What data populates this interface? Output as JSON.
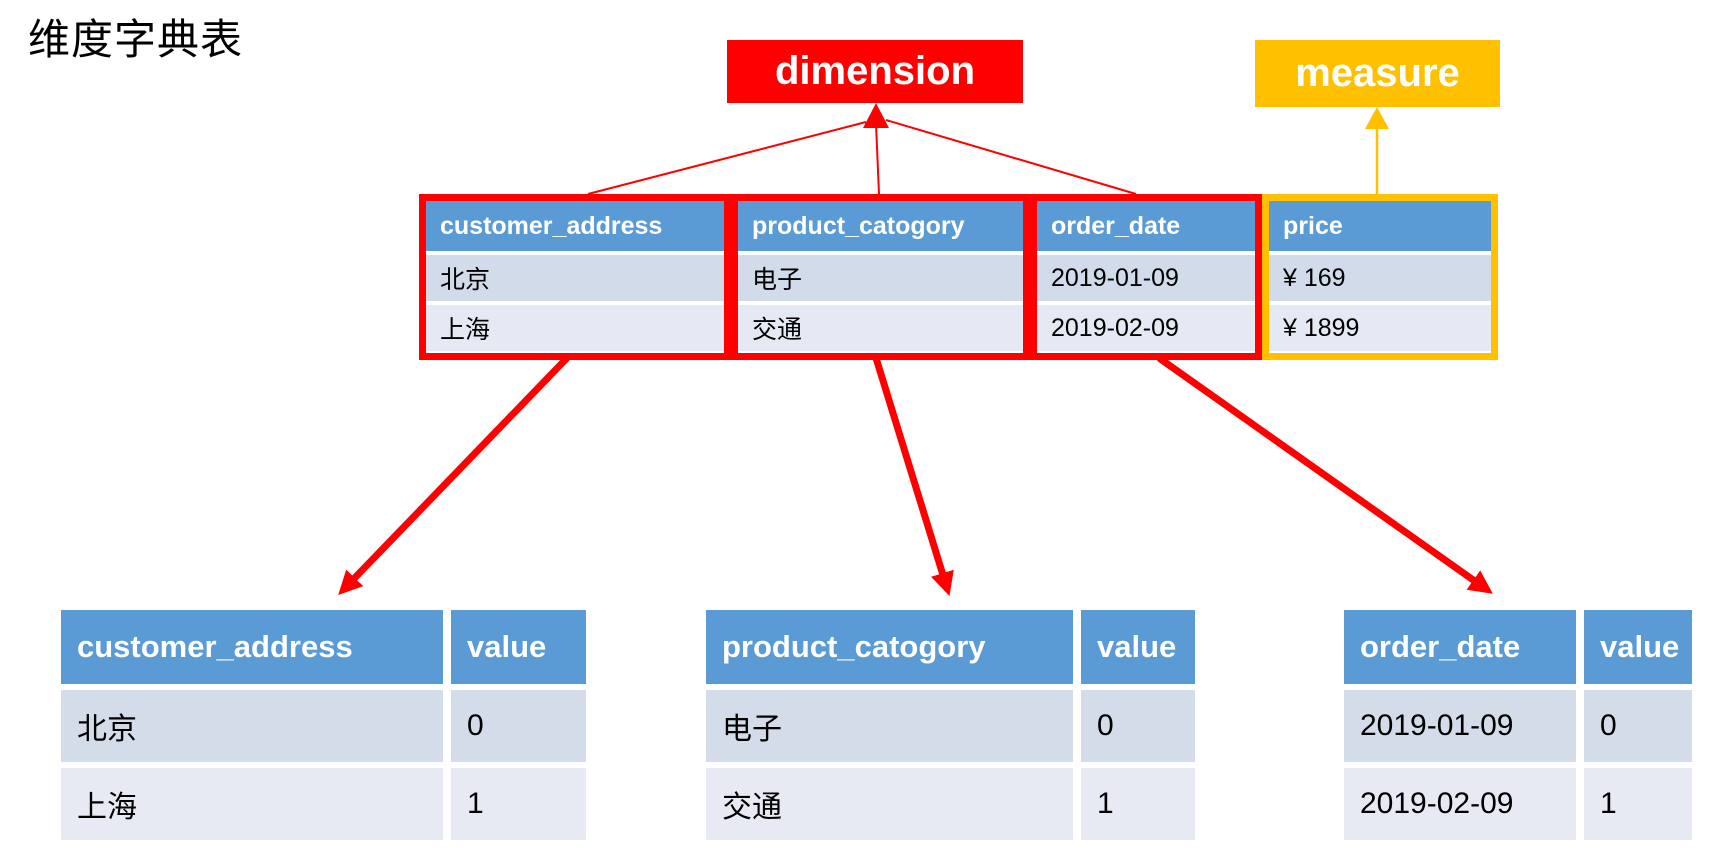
{
  "title": "维度字典表",
  "labels": {
    "dimension": "dimension",
    "measure": "measure"
  },
  "main_table": {
    "columns": [
      {
        "header": "customer_address",
        "type": "dimension",
        "values": [
          "北京",
          "上海"
        ]
      },
      {
        "header": "product_catogory",
        "type": "dimension",
        "values": [
          "电子",
          "交通"
        ]
      },
      {
        "header": "order_date",
        "type": "dimension",
        "values": [
          "2019-01-09",
          "2019-02-09"
        ]
      },
      {
        "header": "price",
        "type": "measure",
        "values": [
          "¥ 169",
          "¥ 1899"
        ]
      }
    ]
  },
  "dict_tables": [
    {
      "headers": [
        "customer_address",
        "value"
      ],
      "rows": [
        [
          "北京",
          "0"
        ],
        [
          "上海",
          "1"
        ]
      ]
    },
    {
      "headers": [
        "product_catogory",
        "value"
      ],
      "rows": [
        [
          "电子",
          "0"
        ],
        [
          "交通",
          "1"
        ]
      ]
    },
    {
      "headers": [
        "order_date",
        "value"
      ],
      "rows": [
        [
          "2019-01-09",
          "0"
        ],
        [
          "2019-02-09",
          "1"
        ]
      ]
    }
  ],
  "colors": {
    "dimension_accent": "#FF0000",
    "measure_accent": "#FFC000",
    "table_header_blue": "#5B9BD5",
    "row_band_dark": "#D2DBEA",
    "row_band_light": "#E4E9F3"
  }
}
